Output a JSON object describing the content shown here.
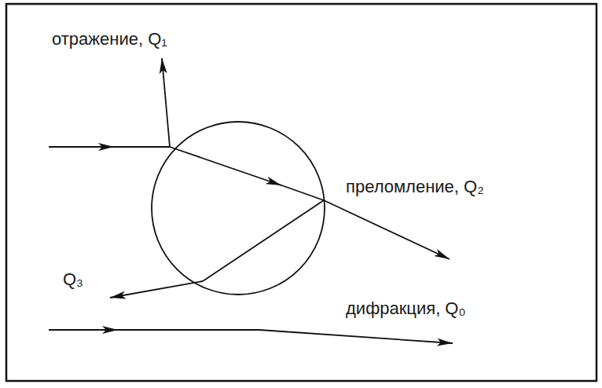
{
  "diagram": {
    "labels": [
      "отражение, Q₁",
      "преломление, Q₂",
      "Q₃",
      "дифракция, Q₀"
    ]
  }
}
